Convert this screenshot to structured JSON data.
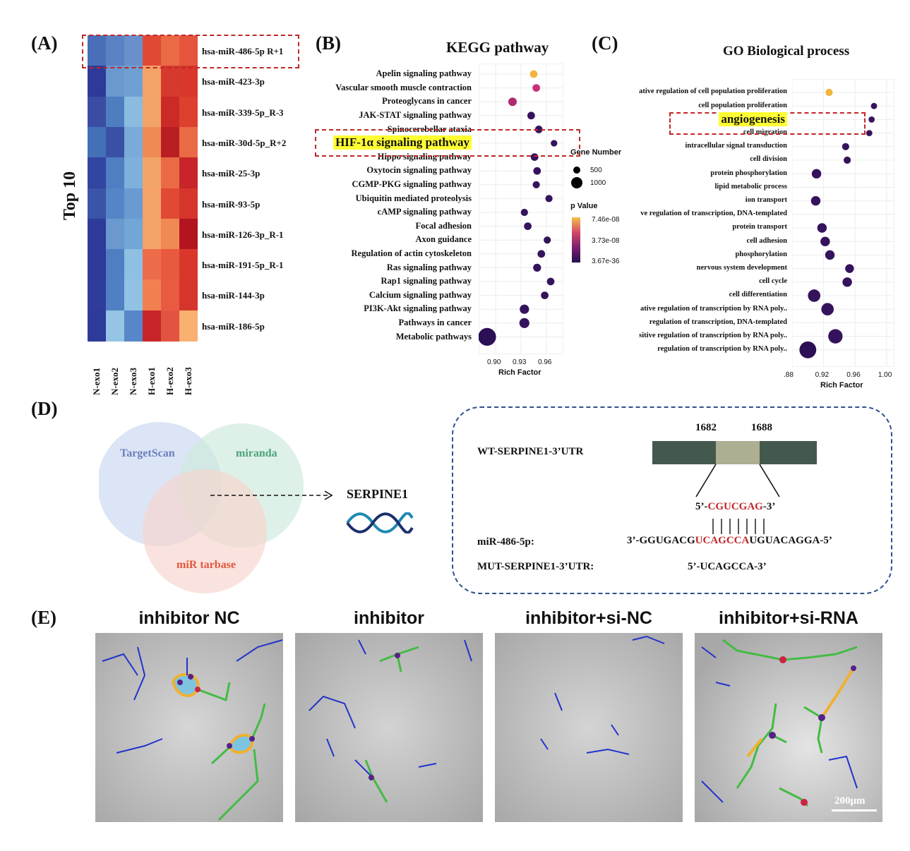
{
  "panels": {
    "a": "(A)",
    "b": "(B)",
    "c": "(C)",
    "d": "(D)",
    "e": "(E)"
  },
  "heatmap": {
    "side_label": "Top 10",
    "rows": [
      "hsa-miR-486-5p R+1",
      "hsa-miR-423-3p",
      "hsa-miR-339-5p_R-3",
      "hsa-miR-30d-5p_R+2",
      "hsa-miR-25-3p",
      "hsa-miR-93-5p",
      "hsa-miR-126-3p_R-1",
      "hsa-miR-191-5p_R-1",
      "hsa-miR-144-3p",
      "hsa-miR-186-5p"
    ],
    "columns": [
      "N-exo1",
      "N-exo2",
      "N-exo3",
      "H-exo1",
      "H-exo2",
      "H-exo3"
    ],
    "colors": [
      [
        "#4a6fb8",
        "#5b82c4",
        "#6a90cc",
        "#e04a35",
        "#ea6a45",
        "#e5543c"
      ],
      [
        "#2e3a9a",
        "#6a98cf",
        "#6fa0d3",
        "#f4a268",
        "#d63a2e",
        "#d9372b"
      ],
      [
        "#3a4da3",
        "#4e7dc0",
        "#8cbbe0",
        "#f2a468",
        "#cc2a26",
        "#dd402f"
      ],
      [
        "#4470b8",
        "#3a50a5",
        "#7aaad9",
        "#f08a55",
        "#b81e22",
        "#ea6a45"
      ],
      [
        "#3245a0",
        "#4f7ec2",
        "#7fb0dc",
        "#f2a468",
        "#ea6a45",
        "#c7252a"
      ],
      [
        "#3a55a8",
        "#5585c6",
        "#6a9ad2",
        "#f4a268",
        "#e04a35",
        "#d6352c"
      ],
      [
        "#2e3a9a",
        "#6a98cf",
        "#72a6d6",
        "#f4a268",
        "#f08a55",
        "#b3141f"
      ],
      [
        "#2e3a9a",
        "#4f7ec2",
        "#8fbfe2",
        "#ec6c4a",
        "#e8593f",
        "#d9372b"
      ],
      [
        "#2f3c9c",
        "#4f80c3",
        "#92c2e3",
        "#f08050",
        "#e85a42",
        "#d6352c"
      ],
      [
        "#2e3a9a",
        "#95c4e4",
        "#5787c8",
        "#c7252a",
        "#e25440",
        "#fab070"
      ]
    ]
  },
  "kegg": {
    "title": "KEGG pathway",
    "highlight": "HIF-1α signaling pathway",
    "xlabel": "Rich Factor",
    "legend_size_title": "Gene Number",
    "legend_color_title": "p Value",
    "size_legend_values": [
      "500",
      "1000"
    ],
    "color_legend_values": [
      "7.46e-08",
      "3.73e-08",
      "3.67e-36"
    ]
  },
  "go": {
    "title": "GO Biological process",
    "highlight": "angiogenesis",
    "xlabel": "Rich Factor"
  },
  "chart_data": [
    {
      "type": "scatter",
      "title": "KEGG pathway",
      "xlabel": "Rich Factor",
      "xticks": [
        0.9,
        0.93,
        0.96
      ],
      "xtick_labels": [
        "0.90",
        "0.93",
        "0.96"
      ],
      "xlim": [
        0.88,
        0.98
      ],
      "categories": [
        "Apelin signaling pathway",
        "Vascular smooth muscle contraction",
        "Proteoglycans in cancer",
        "JAK-STAT signaling pathway",
        "Spinocerebellar ataxia",
        "HIF-1α signaling pathway",
        "Hippo signaling pathway",
        "Oxytocin signaling pathway",
        "CGMP-PKG signaling pathway",
        "Ubiquitin mediated proteolysis",
        "cAMP signaling pathway",
        "Focal adhesion",
        "Axon guidance",
        "Regulation of actin cytoskeleton",
        "Ras signaling pathway",
        "Rap1 signaling pathway",
        "Calcium signaling pathway",
        "PI3K-Akt signaling pathway",
        "Pathways in cancer",
        "Metabolic pathways"
      ],
      "x": [
        0.945,
        0.948,
        0.92,
        0.942,
        0.951,
        0.969,
        0.946,
        0.949,
        0.948,
        0.963,
        0.934,
        0.938,
        0.961,
        0.954,
        0.949,
        0.965,
        0.958,
        0.934,
        0.934,
        0.89
      ],
      "size": [
        200,
        200,
        250,
        200,
        200,
        150,
        200,
        200,
        180,
        180,
        180,
        200,
        180,
        200,
        220,
        200,
        200,
        300,
        350,
        1100
      ],
      "color": [
        "#f2b43a",
        "#c8307a",
        "#b02c6f",
        "#35135c",
        "#35135c",
        "#35135c",
        "#35135c",
        "#35135c",
        "#35135c",
        "#35135c",
        "#35135c",
        "#35135c",
        "#35135c",
        "#35135c",
        "#35135c",
        "#35135c",
        "#35135c",
        "#35135c",
        "#35135c",
        "#2c0f55"
      ],
      "legend": {
        "size_title": "Gene Number",
        "sizes": [
          500,
          1000
        ],
        "color_title": "p Value",
        "color_ticks": [
          "7.46e-08",
          "3.73e-08",
          "3.67e-36"
        ]
      },
      "grid": true
    },
    {
      "type": "scatter",
      "title": "GO Biological process",
      "xlabel": "Rich Factor",
      "xticks": [
        0.88,
        0.92,
        0.96,
        1.0
      ],
      "xtick_labels": [
        ".88",
        "0.92",
        "0.96",
        "1.00"
      ],
      "xlim": [
        0.88,
        1.01
      ],
      "categories": [
        "ative regulation of cell population proliferation",
        "cell population proliferation",
        "angiogenesis",
        "cell migration",
        "intracellular signal transduction",
        "cell division",
        "protein phosphorylation",
        "lipid metabolic process",
        "ion transport",
        "ve regulation of transcription, DNA-templated",
        "protein transport",
        "cell adhesion",
        "phosphorylation",
        "nervous system development",
        "cell cycle",
        "cell differentiation",
        "ative regulation of transcription by RNA poly..",
        "regulation of transcription, DNA-templated",
        "sitive regulation of transcription by RNA poly..",
        "regulation of transcription by RNA poly.."
      ],
      "x": [
        0.927,
        0.984,
        0.981,
        0.978,
        0.948,
        0.95,
        0.911,
        null,
        0.91,
        null,
        0.918,
        0.922,
        0.928,
        0.953,
        0.95,
        0.908,
        0.925,
        null,
        0.935,
        0.9
      ],
      "size": [
        200,
        150,
        150,
        150,
        200,
        200,
        350,
        0,
        350,
        0,
        350,
        350,
        350,
        300,
        350,
        600,
        600,
        0,
        800,
        1100
      ],
      "color": [
        "#f2b43a",
        "#35135c",
        "#35135c",
        "#35135c",
        "#35135c",
        "#35135c",
        "#35135c",
        "#35135c",
        "#35135c",
        "#35135c",
        "#35135c",
        "#35135c",
        "#35135c",
        "#35135c",
        "#35135c",
        "#35135c",
        "#35135c",
        "#35135c",
        "#35135c",
        "#2c0f55"
      ],
      "grid": true
    }
  ],
  "venn": {
    "sets": [
      "TargetScan",
      "miranda",
      "miR tarbase"
    ],
    "set_colors": [
      "#c9d7f0",
      "#cdeadb",
      "#f7d4cc"
    ],
    "label_colors": [
      "#6a7fbd",
      "#4aa37a",
      "#e2583e"
    ],
    "target": "SERPINE1"
  },
  "utr": {
    "wt_label": "WT-SERPINE1-3’UTR",
    "pos_start": "1682",
    "pos_end": "1688",
    "seed_prefix": "5’-",
    "seed": "CGUCGAG",
    "seed_suffix": "-3’",
    "mir_label": "miR-486-5p:",
    "mir_prefix": "3’-GGUGACG",
    "mir_seed": "UCAGCCA",
    "mir_suffix": "UGUACAGGA-5’",
    "mut_label": "MUT-SERPINE1-3’UTR:",
    "mut_seq": "5’-UCAGCCA-3’"
  },
  "tube": {
    "titles": [
      "inhibitor NC",
      "inhibitor",
      "inhibitor+si-NC",
      "inhibitor+si-RNA"
    ],
    "scale_bar": "200μm"
  }
}
